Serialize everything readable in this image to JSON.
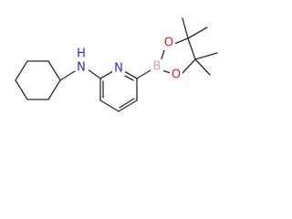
{
  "diagram": {
    "atoms": [
      {
        "id": "N_amine",
        "symbol": "N",
        "label": "N",
        "color": "#2a2adb"
      },
      {
        "id": "H_amine",
        "symbol": "H",
        "label": "H",
        "color": "#2a2adb"
      },
      {
        "id": "N_ring",
        "symbol": "N",
        "label": "N",
        "color": "#2a2adb"
      },
      {
        "id": "B",
        "symbol": "B",
        "label": "B",
        "color": "#e8a0a0"
      },
      {
        "id": "O_top",
        "symbol": "O",
        "label": "O",
        "color": "#e02020"
      },
      {
        "id": "O_bottom",
        "symbol": "O",
        "label": "O",
        "color": "#e02020"
      }
    ]
  }
}
